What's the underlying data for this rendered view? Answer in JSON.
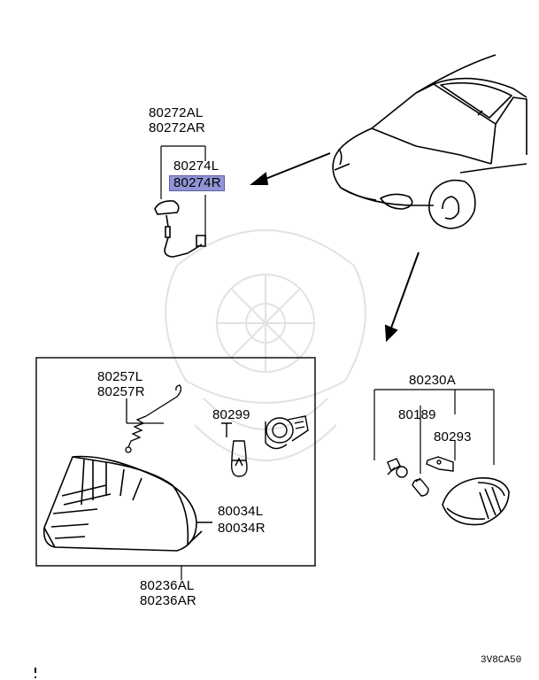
{
  "callouts": {
    "p80272AL": "80272AL",
    "p80272AR": "80272AR",
    "p80274L": "80274L",
    "p80274R": "80274R",
    "p80257L": "80257L",
    "p80257R": "80257R",
    "p80299": "80299",
    "p80034L": "80034L",
    "p80034R": "80034R",
    "p80236AL": "80236AL",
    "p80236AR": "80236AR",
    "p80230A": "80230A",
    "p80189": "80189",
    "p80293": "80293"
  },
  "highlight_color": "#8f95d6",
  "highlighted_part": "80274R",
  "diagram_code": "3V8CA50"
}
